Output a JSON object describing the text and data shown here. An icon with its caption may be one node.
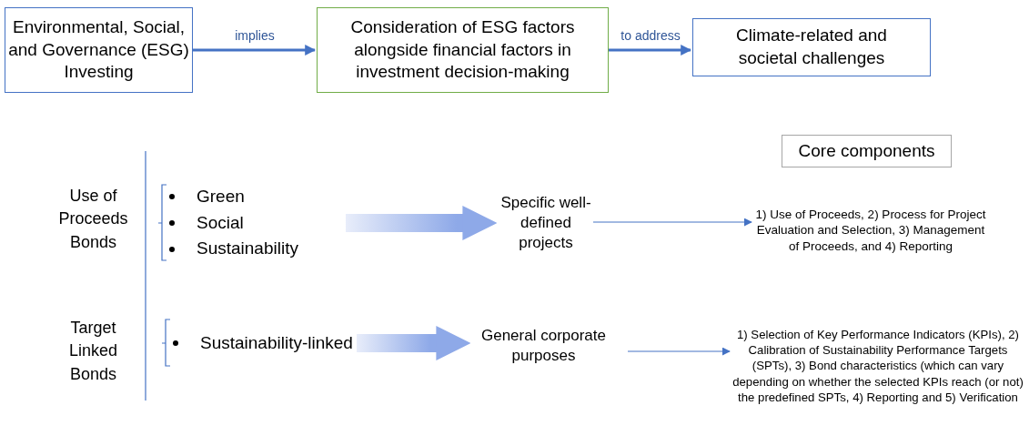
{
  "diagram": {
    "nodes": [
      {
        "text": [
          "Environmental, Social, and Governance (ESG) Investing"
        ]
      },
      {
        "text": [
          "Consideration of ESG factors alongside financial factors in investment decision-making"
        ]
      },
      {
        "text": [
          "Climate-related and societal challenges"
        ]
      },
      {
        "text": [
          "Core components"
        ]
      },
      {
        "text": [
          "Green",
          "Social",
          "Sustainability"
        ]
      },
      {
        "text": [
          "Specific well-defined projects"
        ]
      },
      {
        "text": [
          "1) Use of Proceeds, 2) Process for Project Evaluation and Selection, 3) Management of Proceeds, and 4) Reporting"
        ]
      },
      {
        "text": [
          "Sustainability-linked"
        ]
      },
      {
        "text": [
          "General corporate purposes"
        ]
      },
      {
        "text": [
          "1) Selection of Key Performance Indicators (KPIs), 2) Calibration of Sustainability Performance Targets (SPTs), 3) Bond characteristics (which can vary depending on whether the selected KPIs reach (or not) the predefined SPTs, 4) Reporting and 5) Verification"
        ]
      }
    ],
    "edges": [
      {
        "from": 0,
        "to": 1,
        "arrow": "to",
        "label": "implies",
        "style": "thick"
      },
      {
        "from": 1,
        "to": 2,
        "arrow": "to",
        "label": "to address",
        "style": "thick"
      },
      {
        "from": 4,
        "to": 5,
        "arrow": "to",
        "style": "thick",
        "color": "#8ea9e8"
      },
      {
        "from": 5,
        "to": 6,
        "arrow": "to"
      },
      {
        "from": 7,
        "to": 8,
        "arrow": "to",
        "style": "thick",
        "color": "#8ea9e8"
      },
      {
        "from": 8,
        "to": 9,
        "arrow": "to"
      }
    ],
    "labels": [
      "Use of Proceeds Bonds",
      "Target Linked Bonds"
    ]
  }
}
